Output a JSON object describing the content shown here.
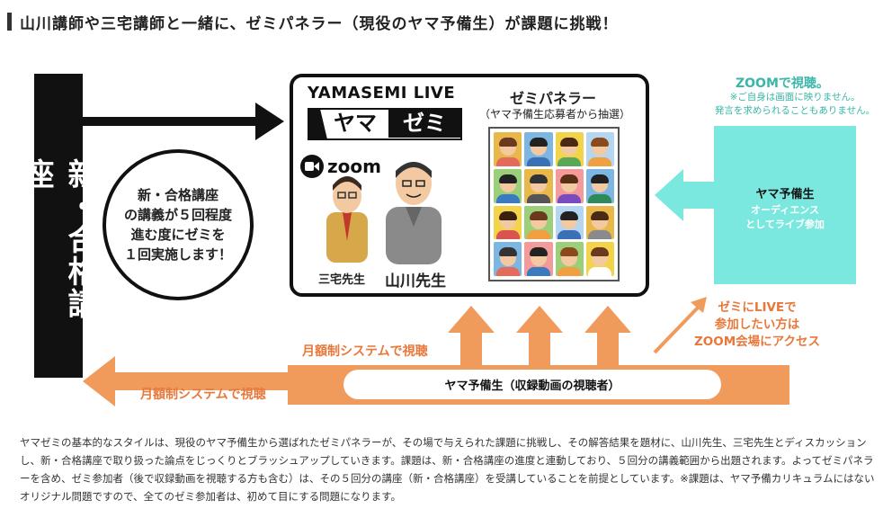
{
  "heading": "山川講師や三宅講師と一緒に、ゼミパネラー（現役のヤマ予備生）が課題に挑戦！",
  "left_bar_label": "新・合格講座",
  "circle_text": [
    "新・合格講座",
    "の講義が５回程度",
    "進む度にゼミを",
    "１回実施します！"
  ],
  "panel": {
    "logo_title": "YAMASEMI LIVE",
    "logo_yama": "ヤマ",
    "logo_zemi": "ゼミ",
    "zoom_logo": "zoom",
    "teacher_small": "三宅先生",
    "teacher_large": "山川先生",
    "panelers_title": "ゼミパネラー",
    "panelers_sub": "（ヤマ予備生応募者から抽選）"
  },
  "zoom_side": {
    "title": "ZOOMで視聴。",
    "note_1": "※ご自身は画面に映りません。",
    "note_2": "発言を求められることもありません。",
    "box_title": "ヤマ予備生",
    "box_sub_1": "オーディエンス",
    "box_sub_2": "としてライブ参加"
  },
  "bottom": {
    "pill_label": "ヤマ予備生（収録動画の視聴者）",
    "monthly_upper": "月額制システムで視聴",
    "monthly_lower": "月額制システムで視聴",
    "live_1": "ゼミにLIVEで",
    "live_2": "参加したい方は",
    "live_3": "ZOOM会場にアクセス"
  },
  "description": "ヤマゼミの基本的なスタイルは、現役のヤマ予備生から選ばれたゼミパネラーが、その場で与えられた課題に挑戦し、その解答結果を題材に、山川先生、三宅先生とディスカッションし、新・合格講座で取り扱った論点をじっくりとブラッシュアップしていきます。課題は、新・合格講座の進度と連動しており、５回分の講義範囲から出題されます。よってゼミパネラーを含め、ゼミ参加者（後で収録動画を視聴する方も含む）は、その５回分の講座（新・合格講座）を受講していることを前提としています。※課題は、ヤマ予備カリキュラムにはないオリジナル問題ですので、全てのゼミ参加者は、初めて目にする問題になります。",
  "colors": {
    "orange": "#f09a5c",
    "orange_text": "#e8773a",
    "teal": "#7be8e0",
    "teal_text": "#3ab7a8",
    "black": "#111111"
  }
}
